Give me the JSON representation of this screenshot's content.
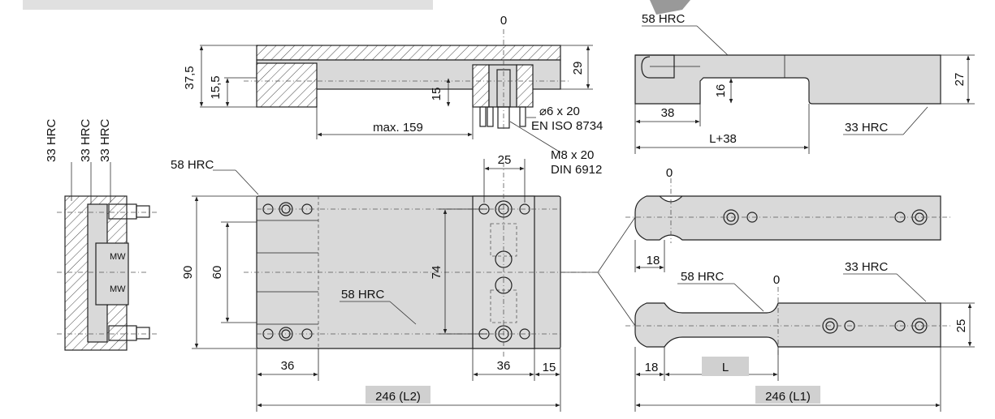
{
  "labels": {
    "hrc58": "58 HRC",
    "hrc33": "33 HRC",
    "zero": "0"
  },
  "dimensions": {
    "d37_5": "37,5",
    "d15_5": "15,5",
    "d15": "15",
    "d29": "29",
    "max159": "max. 159",
    "pin_spec": "⌀6  x 20",
    "pin_std": "EN ISO 8734",
    "screw_spec": "M8 x 20",
    "screw_std": "DIN 6912",
    "d38": "38",
    "d16": "16",
    "d27": "27",
    "L_plus_38": "L+38",
    "d25": "25",
    "d90": "90",
    "d60": "60",
    "d74": "74",
    "d36": "36",
    "d15b": "15",
    "total_L2": "246 (L2)",
    "d18": "18",
    "L": "L",
    "total_L1": "246 (L1)"
  },
  "colors": {
    "part_fill": "#d9d9d9",
    "highlight_box": "#d0d0d0",
    "line": "#222222"
  }
}
